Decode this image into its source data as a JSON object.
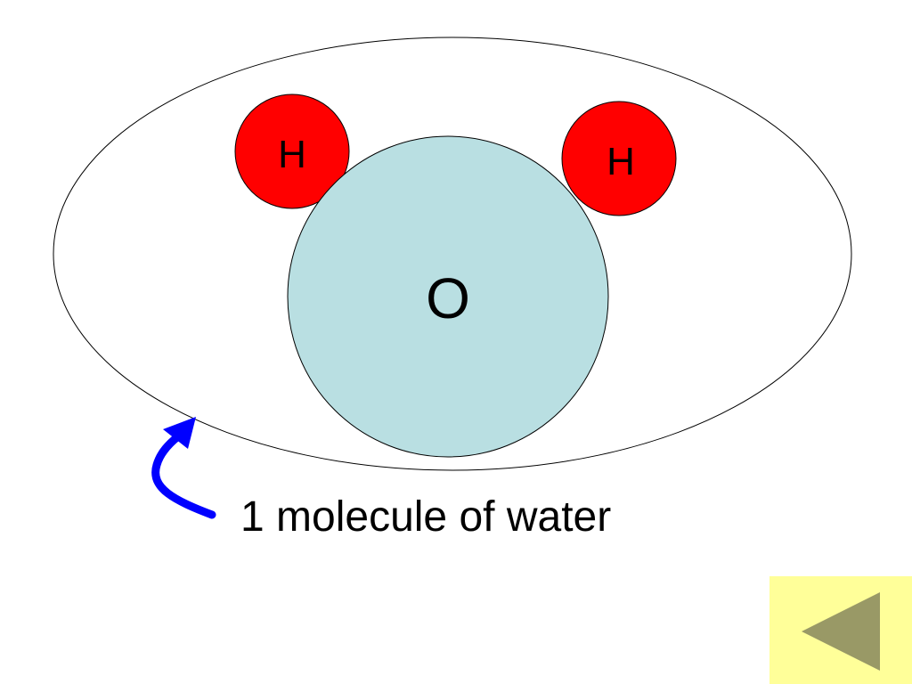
{
  "molecule": {
    "oxygen_label": "O",
    "hydrogen_left_label": "H",
    "hydrogen_right_label": "H",
    "caption": "1 molecule of water"
  },
  "colors": {
    "oxygen_fill": "#b9dfe2",
    "hydrogen_fill": "#ff0000",
    "arrow": "#0000ff",
    "back_button_bg": "#ffff99",
    "back_button_triangle": "#999966"
  },
  "icons": {
    "pointer": "curved-arrow-icon",
    "back": "triangle-left-icon"
  }
}
